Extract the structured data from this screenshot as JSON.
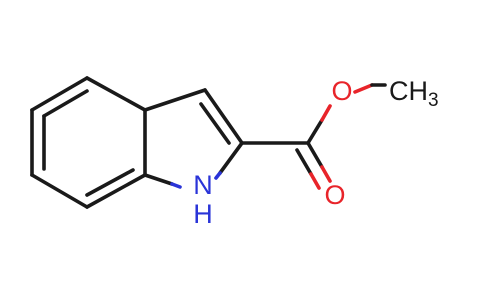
{
  "molecule": {
    "atoms": {
      "oxygen_ether": {
        "label": "O",
        "color": "#e8242a"
      },
      "oxygen_carbonyl": {
        "label": "O",
        "color": "#e8242a"
      },
      "nitrogen": {
        "label": "N",
        "color": "#2a34d8"
      },
      "nitrogen_h": {
        "label": "H",
        "color": "#2a34d8"
      },
      "methyl_c": {
        "label": "CH",
        "color": "#1a1a1a"
      },
      "methyl_sub": {
        "label": "3",
        "color": "#1a1a1a"
      }
    }
  }
}
